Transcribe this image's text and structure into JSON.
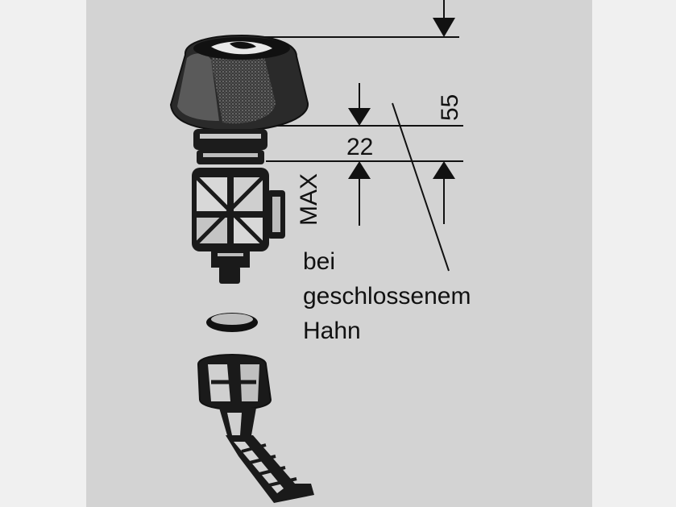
{
  "dimensions": {
    "overall_height": "55",
    "min_gap": "22",
    "max_label": "MAX"
  },
  "note": {
    "line1": "bei",
    "line2": "geschlossenem",
    "line3": "Hahn"
  },
  "colors": {
    "panel": "#d3d3d3",
    "outer": "#f0f0f0",
    "ink": "#111111"
  }
}
